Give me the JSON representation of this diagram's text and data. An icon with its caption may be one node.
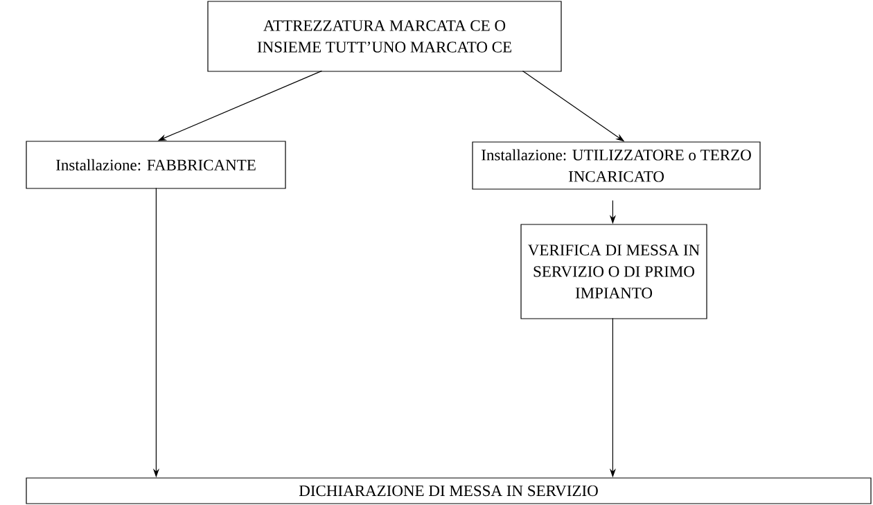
{
  "diagram": {
    "nodes": [
      {
        "text": [
          "ATTREZZATURA MARCATA CE O INSIEME TUTT’UNO MARCATO CE"
        ]
      },
      {
        "text": [
          "Installazione: FABBRICANTE"
        ]
      },
      {
        "text": [
          "Installazione: UTILIZZATORE o TERZO INCARICATO"
        ]
      },
      {
        "text": [
          "VERIFICA DI MESSA IN SERVIZIO O DI PRIMO IMPIANTO"
        ]
      },
      {
        "text": [
          "DICHIARAZIONE DI MESSA IN SERVIZIO"
        ]
      }
    ],
    "edges": [
      {
        "from": 0,
        "to": 1,
        "arrow": "to"
      },
      {
        "from": 0,
        "to": 2,
        "arrow": "to"
      },
      {
        "from": 1,
        "to": 4,
        "arrow": "to"
      },
      {
        "from": 2,
        "to": 3,
        "arrow": "to"
      },
      {
        "from": 3,
        "to": 4,
        "arrow": "to"
      }
    ]
  }
}
